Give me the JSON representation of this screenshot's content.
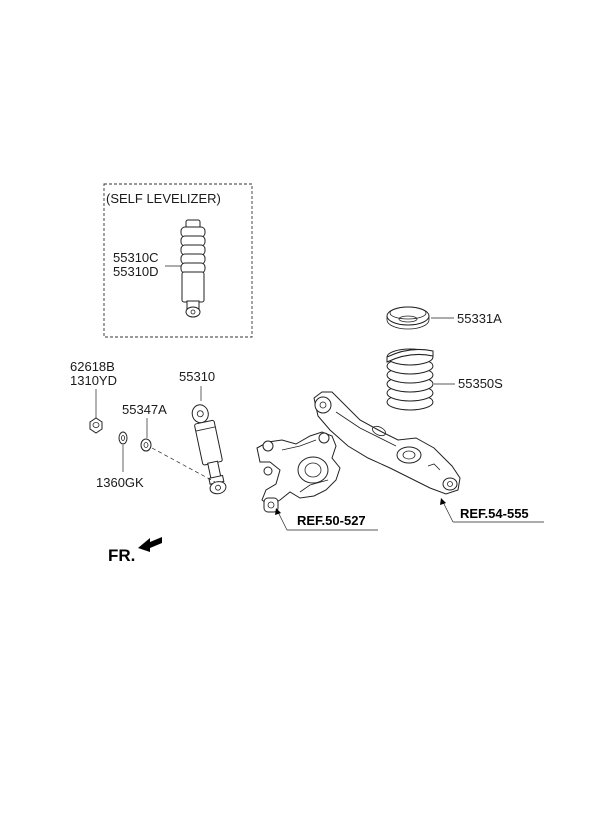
{
  "self_levelizer": {
    "title": "(SELF LEVELIZER)",
    "part_a": "55310C",
    "part_b": "55310D"
  },
  "labels": {
    "insulator": "55331A",
    "spring": "55350S",
    "shock": "55310",
    "nut_a": "62618B",
    "nut_b": "1310YD",
    "washer": "55347A",
    "bushing": "1360GK"
  },
  "refs": {
    "knuckle": "REF.50-527",
    "arm": "REF.54-555"
  },
  "front_marker": "FR."
}
